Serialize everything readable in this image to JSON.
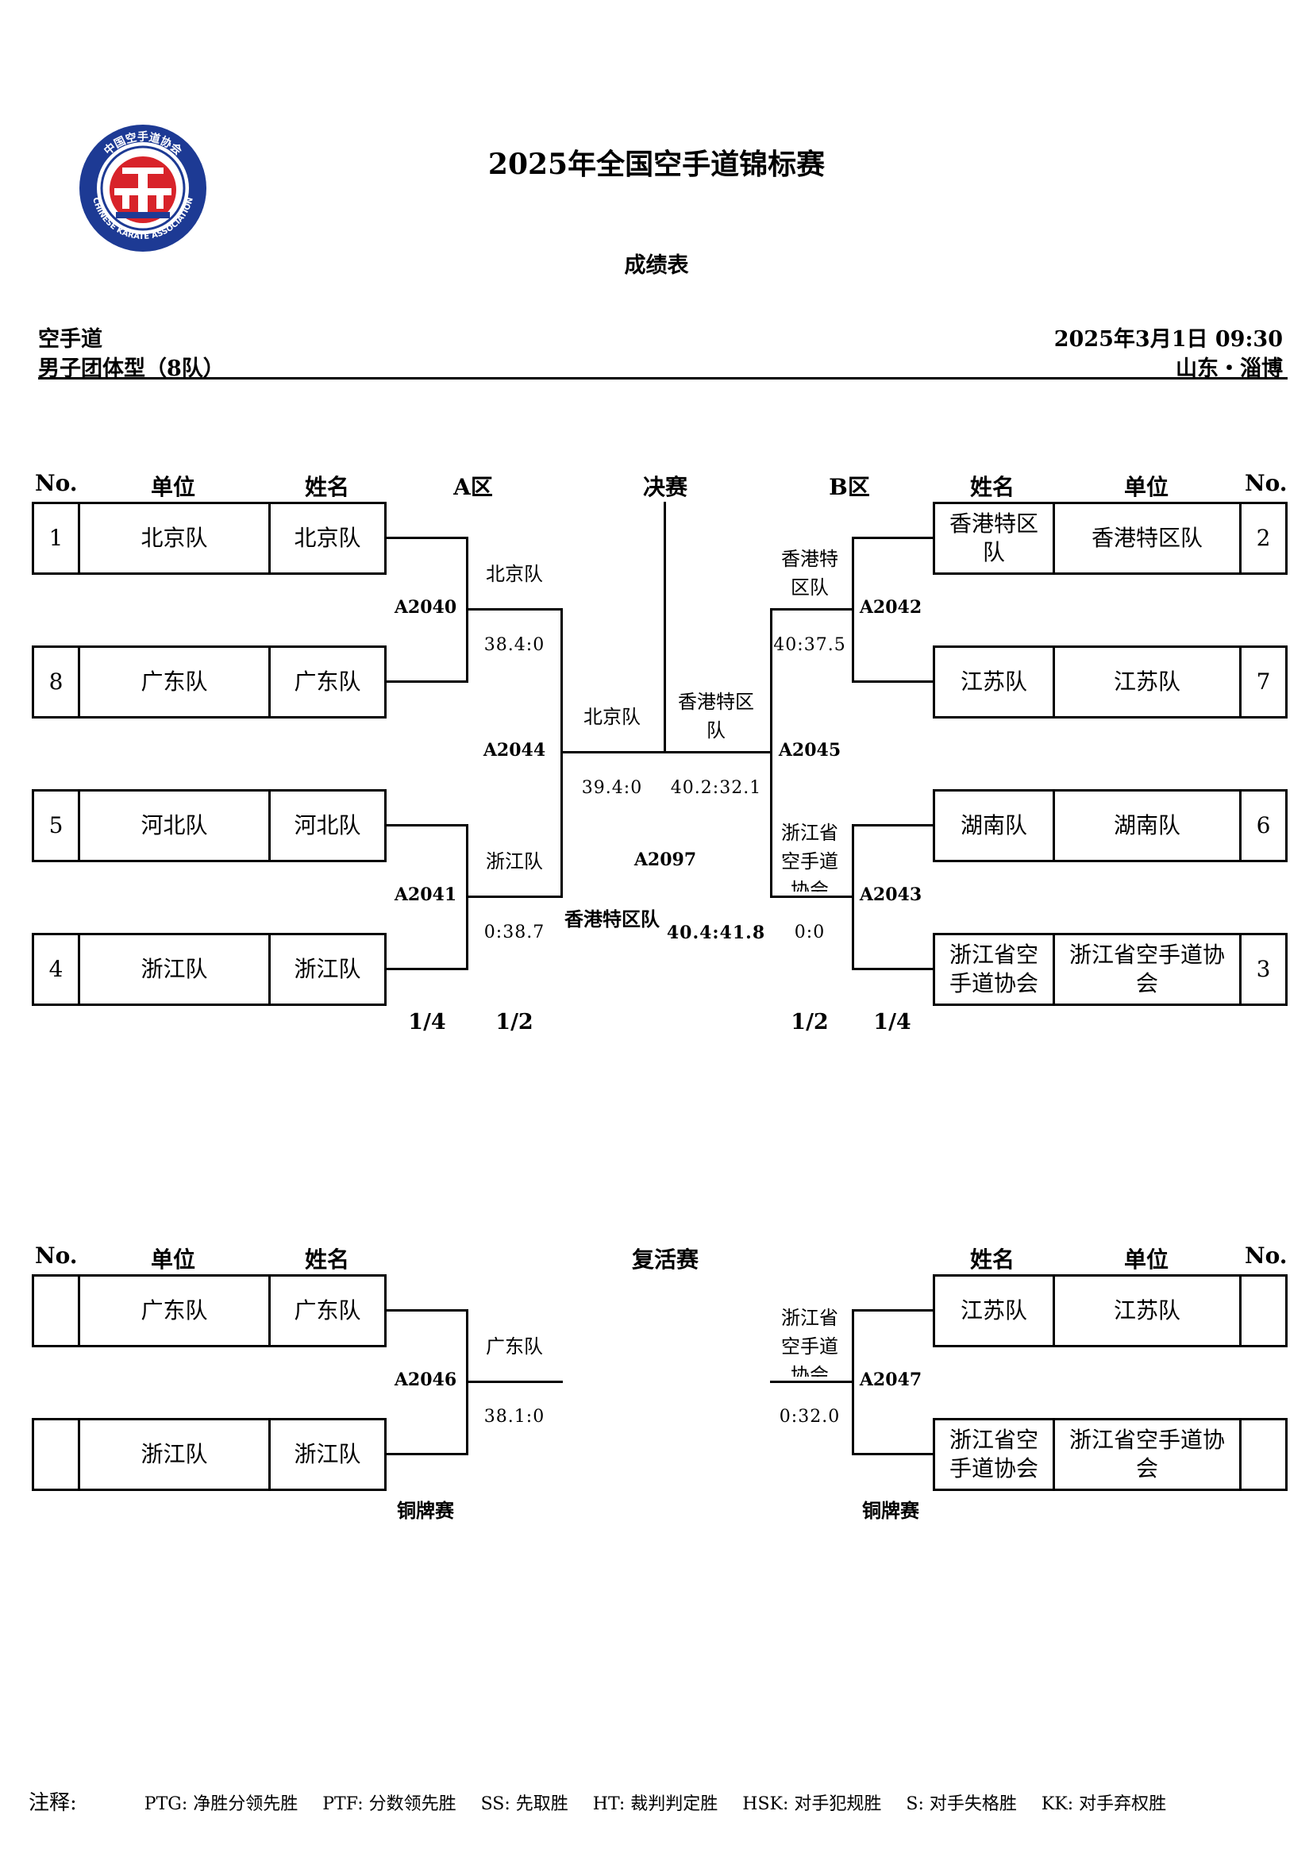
{
  "header": {
    "title": "2025年全国空手道锦标赛",
    "subtitle": "成绩表",
    "sport": "空手道",
    "event": "男子团体型（8队）",
    "datetime": "2025年3月1日 09:30",
    "location": "山东・淄博"
  },
  "logo": {
    "text_top": "中国空手道协会",
    "text_bottom": "CHINESE KARATE ASSOCIATION",
    "colors": {
      "ring": "#1d3a94",
      "inner": "#d8232a"
    }
  },
  "columns": {
    "no": "No.",
    "unit": "单位",
    "name": "姓名",
    "zone_a": "A区",
    "final": "决赛",
    "zone_b": "B区"
  },
  "left_teams": [
    {
      "no": "1",
      "unit": "北京队",
      "name": "北京队"
    },
    {
      "no": "8",
      "unit": "广东队",
      "name": "广东队"
    },
    {
      "no": "5",
      "unit": "河北队",
      "name": "河北队"
    },
    {
      "no": "4",
      "unit": "浙江队",
      "name": "浙江队"
    }
  ],
  "right_teams": [
    {
      "no": "2",
      "unit": "香港特区队",
      "name": "香港特区队"
    },
    {
      "no": "7",
      "unit": "江苏队",
      "name": "江苏队"
    },
    {
      "no": "6",
      "unit": "湖南队",
      "name": "湖南队"
    },
    {
      "no": "3",
      "unit": "浙江省空手道协会",
      "name": "浙江省空手道协会"
    }
  ],
  "matches": {
    "a2040": {
      "code": "A2040",
      "winner": "北京队",
      "score": "38.4:0"
    },
    "a2041": {
      "code": "A2041",
      "winner": "浙江队",
      "score": "0:38.7"
    },
    "a2042": {
      "code": "A2042",
      "winner": "香港特区队",
      "score": "40:37.5"
    },
    "a2043": {
      "code": "A2043",
      "winner": "浙江省空手道协会",
      "score": "0:0"
    },
    "a2044": {
      "code": "A2044",
      "winner": "北京队",
      "score": "39.4:0"
    },
    "a2045": {
      "code": "A2045",
      "winner": "香港特区队",
      "score": "40.2:32.1"
    },
    "a2097": {
      "code": "A2097",
      "winner": "香港特区队",
      "score": "40.4:41.8"
    }
  },
  "rounds": {
    "quarter": "1/4",
    "semi": "1/2"
  },
  "repechage": {
    "title": "复活赛",
    "bronze": "铜牌赛",
    "left_teams": [
      {
        "no": "",
        "unit": "广东队",
        "name": "广东队"
      },
      {
        "no": "",
        "unit": "浙江队",
        "name": "浙江队"
      }
    ],
    "right_teams": [
      {
        "no": "",
        "unit": "江苏队",
        "name": "江苏队"
      },
      {
        "no": "",
        "unit": "浙江省空手道协会",
        "name": "浙江省空手道协会"
      }
    ],
    "a2046": {
      "code": "A2046",
      "winner": "广东队",
      "score": "38.1:0"
    },
    "a2047": {
      "code": "A2047",
      "winner": "浙江省空手道协会",
      "score": "0:32.0"
    }
  },
  "footer": {
    "label": "注释:",
    "items": [
      "PTG: 净胜分领先胜",
      "PTF: 分数领先胜",
      "SS: 先取胜",
      "HT: 裁判判定胜",
      "HSK: 对手犯规胜",
      "S: 对手失格胜",
      "KK: 对手弃权胜"
    ]
  }
}
